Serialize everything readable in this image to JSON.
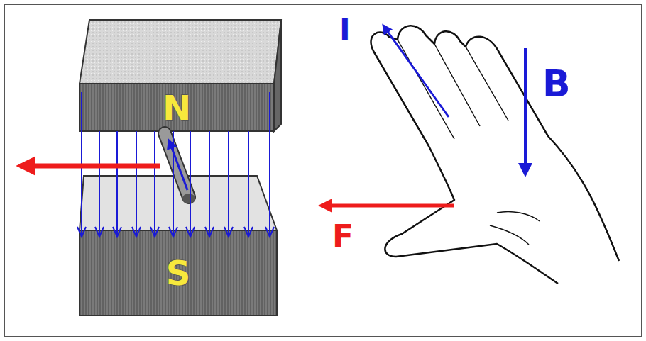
{
  "diagram": {
    "nodes": [
      {
        "text": [
          "N"
        ]
      },
      {
        "text": [
          "S"
        ]
      }
    ],
    "labels": [
      "I",
      "B",
      "F"
    ]
  }
}
